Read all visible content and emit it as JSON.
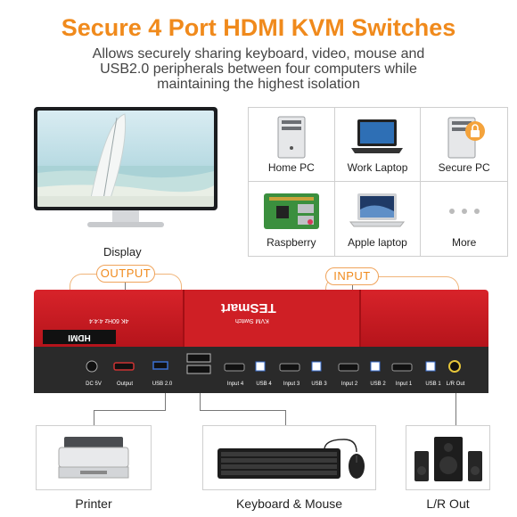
{
  "header": {
    "title": "Secure 4 Port HDMI KVM Switches",
    "subtitle": "Allows securely sharing keyboard, video, mouse and USB2.0 peripherals between four computers while maintaining the highest isolation"
  },
  "display": {
    "label": "Display"
  },
  "devices": [
    {
      "label": "Home PC",
      "icon": "desktop-pc-icon"
    },
    {
      "label": "Work Laptop",
      "icon": "laptop-icon"
    },
    {
      "label": "Secure PC",
      "icon": "secure-pc-icon"
    },
    {
      "label": "Raspberry",
      "icon": "raspberry-board-icon"
    },
    {
      "label": "Apple laptop",
      "icon": "apple-laptop-icon"
    },
    {
      "label": "More",
      "icon": "more-dots-icon"
    }
  ],
  "tags": {
    "output": "OUTPUT",
    "input": "INPUT"
  },
  "kvm": {
    "brand": "TESmart",
    "brand_sub": "KVM Switch",
    "logo": "HDMI",
    "logo_sub": "4K 60Hz 4:4:4",
    "ports": [
      "DC 5V",
      "Output",
      "USB 2.0",
      "Input 4",
      "USB 4",
      "Input 3",
      "USB 3",
      "Input 2",
      "USB 2",
      "Input 1",
      "USB 1",
      "L/R Out"
    ]
  },
  "peripherals": [
    {
      "label": "Printer",
      "icon": "printer-icon"
    },
    {
      "label": "Keyboard & Mouse",
      "icon": "keyboard-mouse-icon"
    },
    {
      "label": "L/R Out",
      "icon": "speakers-icon"
    }
  ],
  "colors": {
    "accent": "#f08a1c",
    "device_red": "#cf1f25",
    "front_panel": "#2a2a2a"
  }
}
